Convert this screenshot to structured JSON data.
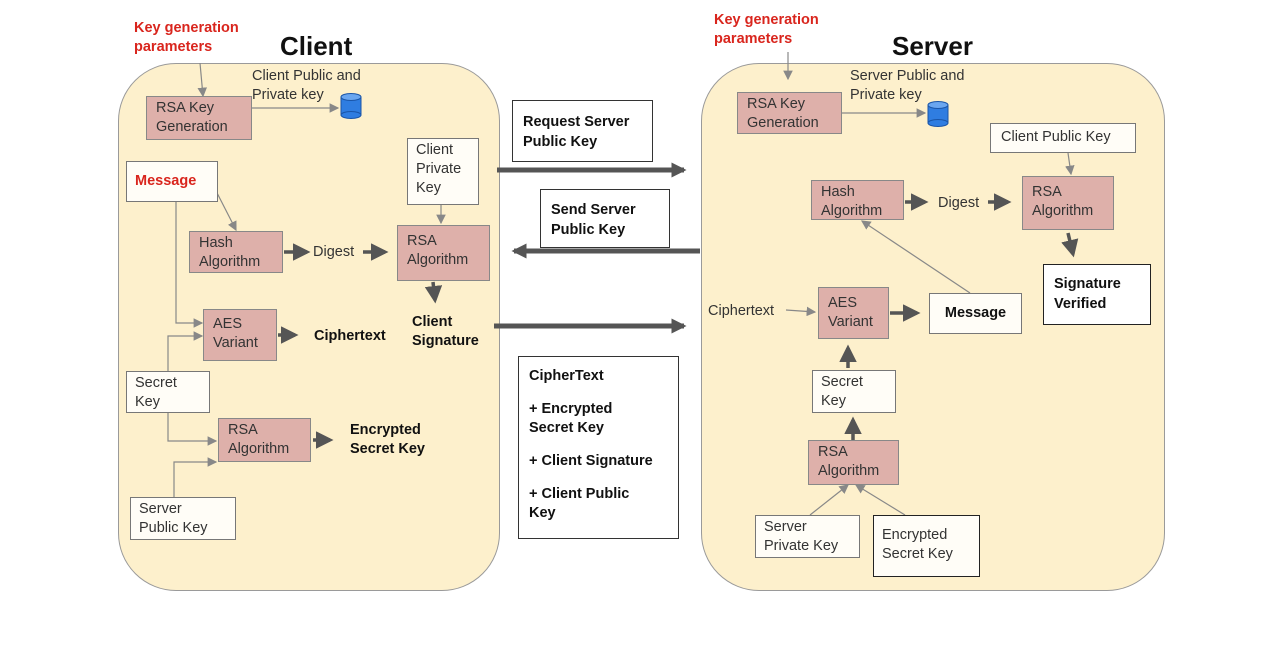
{
  "client": {
    "title": "Client",
    "keygen_params": "Key generation\nparameters",
    "keypair_label": "Client Public and\nPrivate key",
    "rsa_keygen": "RSA Key\nGeneration",
    "message": "Message",
    "private_key": "Client\nPrivate\nKey",
    "hash": "Hash\nAlgorithm",
    "digest": "Digest",
    "rsa_sign": "RSA\nAlgorithm",
    "signature": "Client\nSignature",
    "aes": "AES\nVariant",
    "ciphertext": "Ciphertext",
    "secret_key": "Secret\nKey",
    "rsa_encrypt": "RSA\nAlgorithm",
    "encrypted_secret": "Encrypted\nSecret Key",
    "server_public_key": "Server\nPublic Key"
  },
  "exchange": {
    "request": "Request Server\nPublic Key",
    "send": "Send Server\nPublic Key",
    "payload": [
      "CipherText",
      "+ Encrypted\nSecret Key",
      "+ Client Signature",
      "+ Client Public\nKey"
    ]
  },
  "server": {
    "title": "Server",
    "keygen_params": "Key generation\nparameters",
    "keypair_label": "Server Public and\nPrivate key",
    "rsa_keygen": "RSA Key\nGeneration",
    "client_public_key": "Client Public Key",
    "hash": "Hash\nAlgorithm",
    "digest": "Digest",
    "rsa_verify": "RSA\nAlgorithm",
    "verified": "Signature\nVerified",
    "ciphertext": "Ciphertext",
    "aes": "AES\nVariant",
    "message": "Message",
    "secret_key": "Secret\nKey",
    "rsa_decrypt": "RSA\nAlgorithm",
    "private_key": "Server\nPrivate Key",
    "encrypted_secret": "Encrypted\nSecret Key"
  },
  "colors": {
    "panel": "#fdf0cc",
    "process": "#deb0aa",
    "accent_red": "#d9251d",
    "database": "#2f7de1"
  },
  "icons": [
    "database-icon"
  ]
}
